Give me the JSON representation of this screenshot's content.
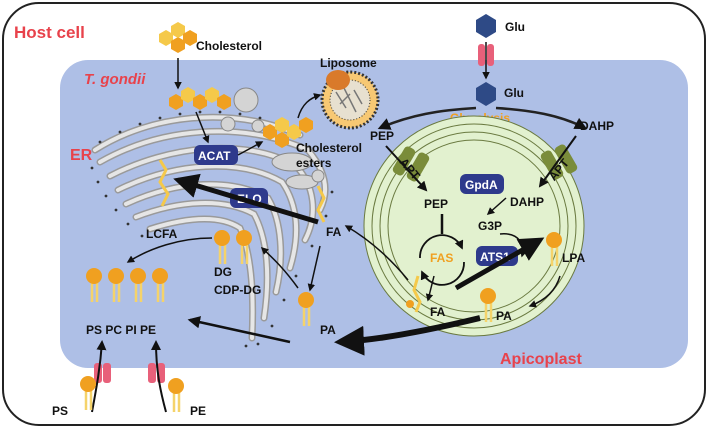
{
  "host_cell": "Host cell",
  "parasite": "T. gondii",
  "er": "ER",
  "apicoplast": "Apicoplast",
  "liposome": "Liposome",
  "cholesterol": "Cholesterol",
  "cholesterol_esters_1": "Cholesterol",
  "cholesterol_esters_2": "esters",
  "glu_outside": "Glu",
  "glu_inside": "Glu",
  "glycolysis": "Glycolysis",
  "pep_outer": "PEP",
  "dahp_outer": "DAHP",
  "apt_left": "APT",
  "apt_right": "APT",
  "pep_inner": "PEP",
  "dahp_inner": "DAHP",
  "gpda": "GpdA",
  "g3p": "G3P",
  "fas": "FAS",
  "ats1": "ATS1",
  "lpa": "LPA",
  "fa_apico": "FA",
  "pa_apico": "PA",
  "acat": "ACAT",
  "elo": "ELO",
  "lcfa": "LCFA",
  "fa_er": "FA",
  "pa_er": "PA",
  "dg": "DG",
  "cdp_dg": "CDP-DG",
  "ps_pc_pi_pe": "PS PC PI PE",
  "ps_bottom": "PS",
  "pe_bottom": "PE",
  "colors": {
    "host_bg": "#ffffff",
    "parasite_bg": "#aebfe6",
    "apicoplast_fill": "#e2f1cf",
    "enzyme": "#2e3a8c",
    "transporter": "#7a8c3a",
    "lipid_head": "#f0a020",
    "lipid_tail": "#f5d36a",
    "channel": "#e8607a",
    "label_red": "#e8424b",
    "label_orange": "#f0a020"
  }
}
